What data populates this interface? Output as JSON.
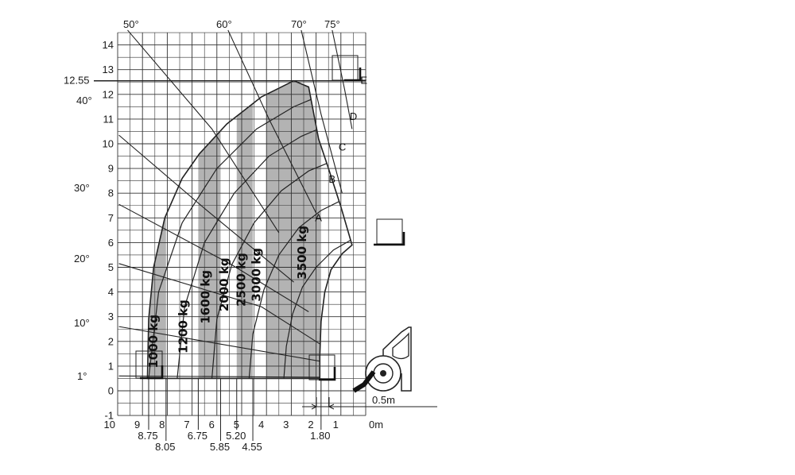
{
  "chart_data": {
    "type": "load_chart",
    "x_unit": "0m",
    "x_ticks": [
      "10",
      "9",
      "8",
      "7",
      "6",
      "5",
      "4",
      "3",
      "2",
      "1"
    ],
    "x_range": [
      10,
      0
    ],
    "y_ticks": [
      "-1",
      "0",
      "1",
      "2",
      "3",
      "4",
      "5",
      "6",
      "7",
      "8",
      "9",
      "10",
      "11",
      "12",
      "13",
      "14"
    ],
    "y_range": [
      -1,
      14.5
    ],
    "grid": true,
    "max_height_label": "12.55",
    "max_height_value": 12.55,
    "offset_label": "0.5m",
    "angles": [
      {
        "label": "1°",
        "deg": 1
      },
      {
        "label": "10°",
        "deg": 10
      },
      {
        "label": "20°",
        "deg": 20
      },
      {
        "label": "30°",
        "deg": 30
      },
      {
        "label": "40°",
        "deg": 40
      },
      {
        "label": "50°",
        "deg": 50
      },
      {
        "label": "60°",
        "deg": 60
      },
      {
        "label": "70°",
        "deg": 70
      },
      {
        "label": "75°",
        "deg": 75
      }
    ],
    "extension_points": [
      "A",
      "B",
      "C",
      "D",
      "E"
    ],
    "zones": [
      {
        "label": "1000 kg",
        "x_from": 8.75,
        "x_to": 8.05,
        "shaded": true
      },
      {
        "label": "1200 kg",
        "x_from": 8.05,
        "x_to": 6.75,
        "shaded": false
      },
      {
        "label": "1600 kg",
        "x_from": 6.75,
        "x_to": 5.85,
        "shaded": true
      },
      {
        "label": "2000 kg",
        "x_from": 5.85,
        "x_to": 5.2,
        "shaded": false
      },
      {
        "label": "2500 kg",
        "x_from": 5.2,
        "x_to": 4.55,
        "shaded": true
      },
      {
        "label": "3000 kg",
        "x_from": 4.55,
        "x_to": 4.0,
        "shaded": false
      },
      {
        "label": "3500 kg",
        "x_from": 4.0,
        "x_to": 1.8,
        "shaded": true
      }
    ],
    "distance_marks": [
      {
        "label": "8.75",
        "x": 8.75
      },
      {
        "label": "8.05",
        "x": 8.05
      },
      {
        "label": "6.75",
        "x": 6.75
      },
      {
        "label": "5.85",
        "x": 5.85
      },
      {
        "label": "5.20",
        "x": 5.2
      },
      {
        "label": "4.55",
        "x": 4.55
      },
      {
        "label": "1.80",
        "x": 1.8
      }
    ]
  }
}
